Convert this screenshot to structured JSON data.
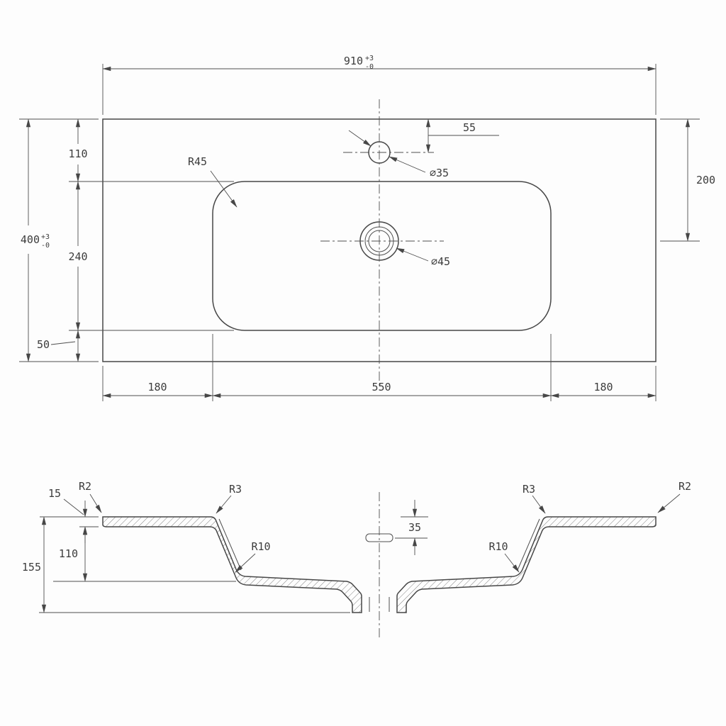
{
  "top_view": {
    "width": {
      "value": "910",
      "tol_plus": "+3",
      "tol_minus": "-0"
    },
    "depth": {
      "value": "400",
      "tol_plus": "+3",
      "tol_minus": "-0"
    },
    "edge_to_basin_top": "110",
    "basin_length_side": "240",
    "basin_to_bottom_edge": "50",
    "faucet_from_edge": "55",
    "drain_from_edge": "200",
    "faucet_hole": "⌀35",
    "drain_hole": "⌀45",
    "basin_corner_radius": "R45",
    "margin_left": "180",
    "basin_width": "550",
    "margin_right": "180"
  },
  "section_view": {
    "rim_edge_radius_left": "R2",
    "rim_thickness": "15",
    "basin_top_radius_left": "R3",
    "overflow_from_top": "35",
    "basin_top_radius_right": "R3",
    "rim_edge_radius_right": "R2",
    "basin_bottom_radius_left": "R10",
    "basin_bottom_radius_right": "R10",
    "basin_depth": "110",
    "overall_depth": "155"
  }
}
